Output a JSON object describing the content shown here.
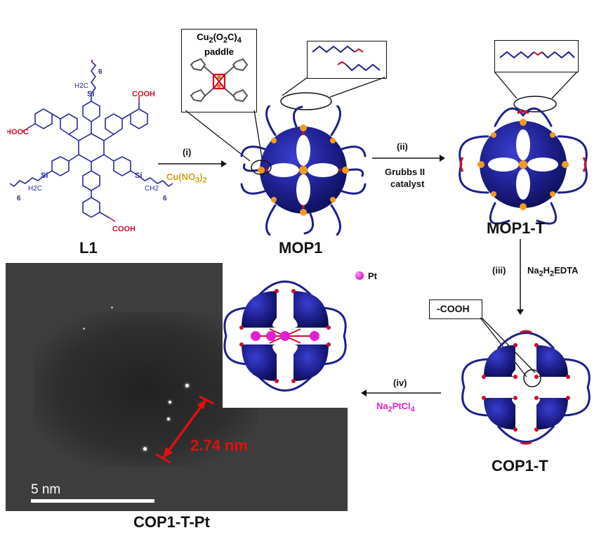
{
  "labels": {
    "l1": "L1",
    "mop1": "MOP1",
    "mop1t": "MOP1-T",
    "cop1t": "COP1-T",
    "cop1tpt": "COP1-T-Pt"
  },
  "steps": {
    "i": "(i)",
    "i_reagent": "Cu(NO3)2",
    "ii": "(ii)",
    "ii_reagent_1": "Grubbs II",
    "ii_reagent_2": "catalyst",
    "iii": "(iii)",
    "iii_reagent": "Na2H2EDTA",
    "iv": "(iv)",
    "iv_reagent": "Na2PtCl4"
  },
  "callouts": {
    "paddle_1": "Cu2(O2C)4",
    "paddle_2": "paddle",
    "cooh": "-COOH",
    "pt_legend": "Pt"
  },
  "molecule": {
    "cooh_top": "COOH",
    "cooh_left": "HOOC",
    "cooh_bottom": "COOH",
    "si": "Si",
    "h2c": "H2C",
    "ch2": "CH2",
    "six": "6"
  },
  "tem": {
    "distance": "2.74 nm",
    "scale": "5 nm"
  },
  "colors": {
    "cage_blue": "#1d1f8c",
    "linker_red": "#c8102e",
    "cu_orange": "#f39a1e",
    "pt_magenta": "#e41fcf",
    "tem_red": "#e01010"
  }
}
